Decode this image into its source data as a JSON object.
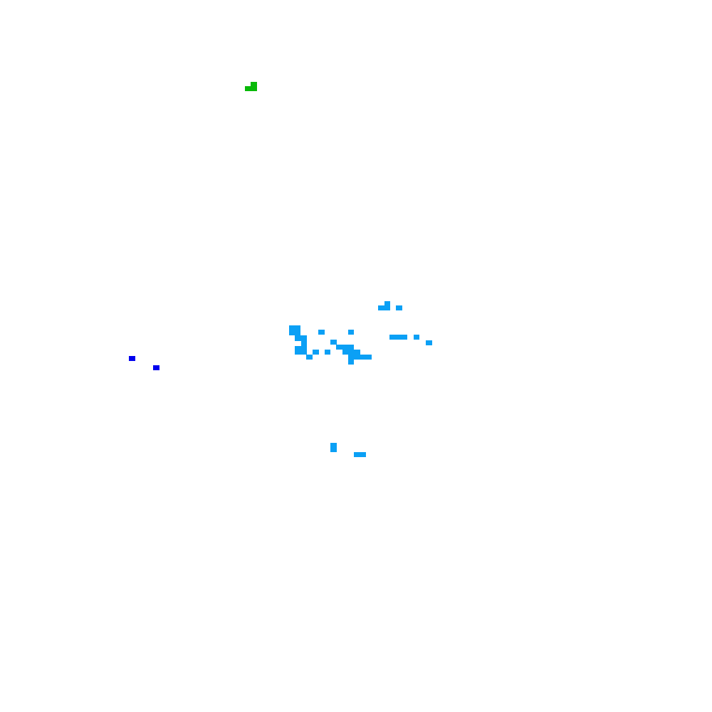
{
  "game": {
    "background_color": "#ffffff",
    "palette": {
      "light_blue": "#0ba0f5",
      "dark_blue": "#0000ee",
      "green": "#08b908"
    },
    "cell_groups": [
      {
        "name": "green-cell",
        "color": "green"
      },
      {
        "name": "dark-blue-cell",
        "color": "dark_blue"
      },
      {
        "name": "light-blue-cell",
        "color": "light_blue"
      }
    ]
  }
}
